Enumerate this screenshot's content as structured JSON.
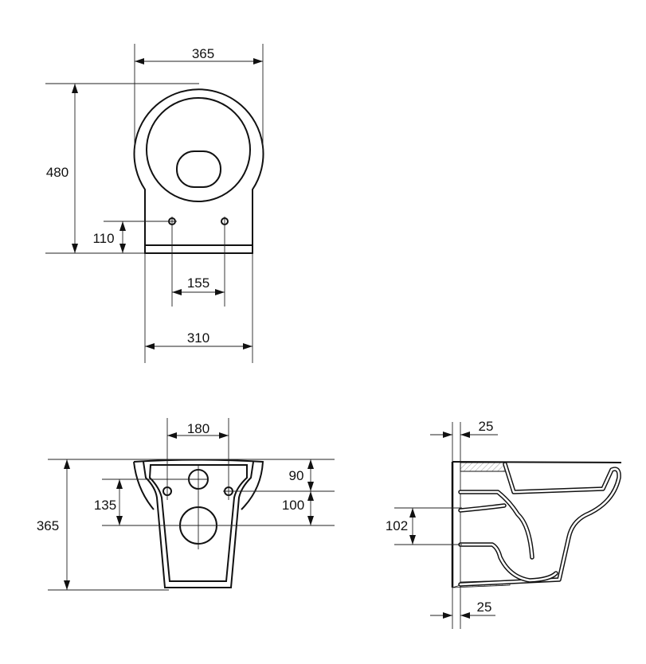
{
  "top_view": {
    "width_overall": "365",
    "depth_overall": "480",
    "hole_offset": "110",
    "hole_spacing": "155",
    "base_width": "310"
  },
  "back_view": {
    "hole_spacing": "180",
    "height": "365",
    "upper_hole_offset": "135",
    "top_to_holes": "90",
    "holes_to_outlet": "100"
  },
  "side_view": {
    "wall_gap_top": "25",
    "outlet_height": "102",
    "wall_gap_bottom": "25"
  },
  "colors": {
    "line": "#111111",
    "background": "#ffffff",
    "hatch": "#999999"
  }
}
